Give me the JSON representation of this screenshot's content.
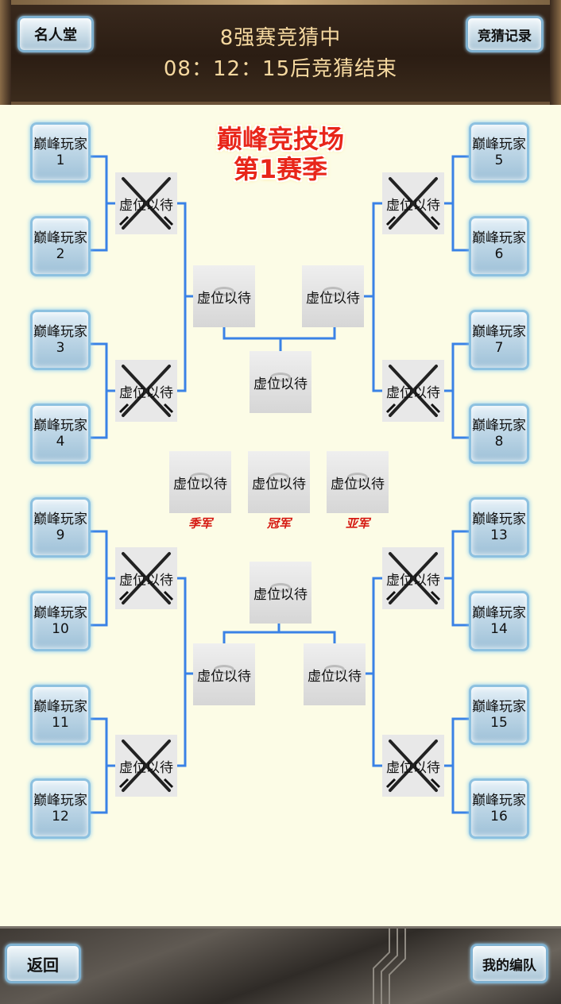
{
  "header": {
    "status_line": "8强赛竞猜中",
    "countdown_line": "08：12：15后竞猜结束",
    "hall_button": "名人堂",
    "records_button": "竞猜记录"
  },
  "title": {
    "line1": "巅峰竞技场",
    "line2": "第1赛季"
  },
  "players": [
    {
      "label": "巅峰玩家",
      "number": "1"
    },
    {
      "label": "巅峰玩家",
      "number": "2"
    },
    {
      "label": "巅峰玩家",
      "number": "3"
    },
    {
      "label": "巅峰玩家",
      "number": "4"
    },
    {
      "label": "巅峰玩家",
      "number": "5"
    },
    {
      "label": "巅峰玩家",
      "number": "6"
    },
    {
      "label": "巅峰玩家",
      "number": "7"
    },
    {
      "label": "巅峰玩家",
      "number": "8"
    },
    {
      "label": "巅峰玩家",
      "number": "9"
    },
    {
      "label": "巅峰玩家",
      "number": "10"
    },
    {
      "label": "巅峰玩家",
      "number": "11"
    },
    {
      "label": "巅峰玩家",
      "number": "12"
    },
    {
      "label": "巅峰玩家",
      "number": "13"
    },
    {
      "label": "巅峰玩家",
      "number": "14"
    },
    {
      "label": "巅峰玩家",
      "number": "15"
    },
    {
      "label": "巅峰玩家",
      "number": "16"
    }
  ],
  "slot_label": "虚位以待",
  "ranks": {
    "third": "季军",
    "champion": "冠军",
    "runner_up": "亚军"
  },
  "footer": {
    "back_button": "返回",
    "team_button": "我的编队"
  },
  "colors": {
    "bracket_line": "#3a82e6",
    "rank_text": "#d51a12",
    "header_text": "#f6d9a0"
  }
}
